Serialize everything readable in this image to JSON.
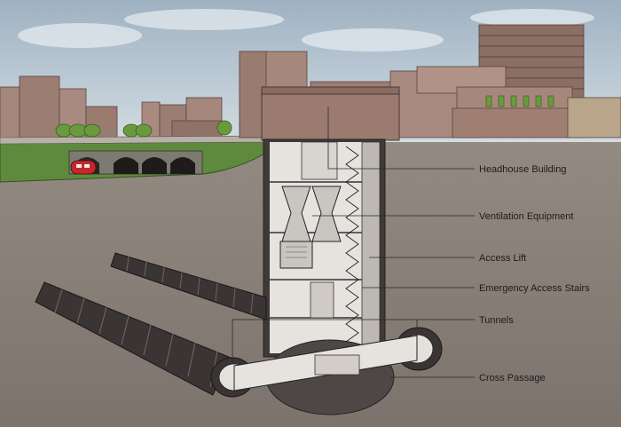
{
  "diagram": {
    "labels": {
      "headhouse": "Headhouse Building",
      "ventilation": "Ventilation Equipment",
      "access_lift": "Access Lift",
      "emergency_stairs": "Emergency Access Stairs",
      "tunnels": "Tunnels",
      "cross_passage": "Cross Passage"
    },
    "colors": {
      "sky": "#b7c6d2",
      "ground": "#8a817a",
      "grass": "#5f8a3e",
      "building": "#9a7c72",
      "tunnel": "#3a3534",
      "shaft_wall": "#4a4542",
      "shaft_interior": "#e6e3df",
      "leader": "#2a2a2a"
    },
    "icons": [
      "train-icon",
      "tree-icon"
    ]
  }
}
